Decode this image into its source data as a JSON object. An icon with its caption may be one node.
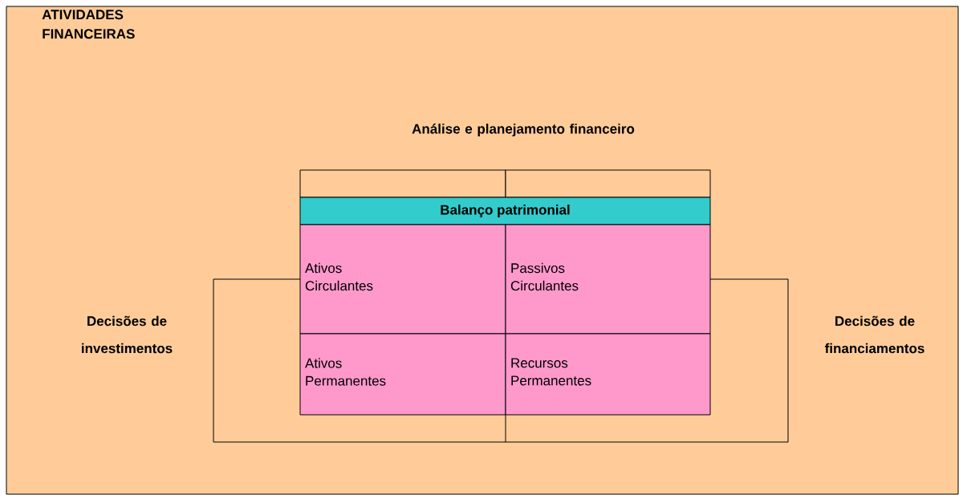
{
  "diagram": {
    "title": "ATIVIDADES FINANCEIRAS",
    "nodes": [
      {
        "text": [],
        "shape": "box"
      },
      {
        "text": [],
        "shape": "box"
      },
      {
        "text": [
          "Balanço patrimonial"
        ]
      },
      {
        "text": [
          "Ativos Circulantes"
        ]
      },
      {
        "text": [
          "Passivos Circulantes"
        ]
      },
      {
        "text": [
          "Ativos Permanentes"
        ]
      },
      {
        "text": [
          "Recursos Permanentes"
        ]
      }
    ],
    "edges": [],
    "labels": [
      "Análise e planejamento financeiro",
      "Decisões de investimentos",
      "Decisões de financiamentos"
    ]
  }
}
